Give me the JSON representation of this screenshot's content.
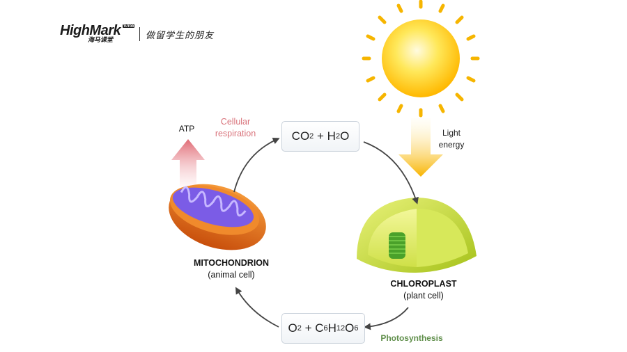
{
  "logo": {
    "brand_main": "HighMark",
    "brand_sub": "海马课堂",
    "brand_tag": "TUTOR",
    "slogan": "做留学生的朋友"
  },
  "labels": {
    "atp": "ATP",
    "cellular_respiration": [
      "Cellular",
      "respiration"
    ],
    "light_energy": [
      "Light",
      "energy"
    ],
    "mitochondrion": [
      "MITOCHONDRION",
      "(animal cell)"
    ],
    "chloroplast": [
      "CHLOROPLAST",
      "(plant cell)"
    ],
    "photosynthesis": "Photosynthesis"
  },
  "formulas": {
    "top": {
      "a": "CO",
      "a_sub": "2",
      "plus": " + ",
      "b": "H",
      "b_sub": "2",
      "b_tail": "O"
    },
    "bottom": {
      "a": "O",
      "a_sub": "2",
      "plus": " + ",
      "b": "C",
      "b_sub": "6",
      "c": "H",
      "c_sub": "12",
      "d": "O",
      "d_sub": "6"
    }
  },
  "colors": {
    "sun": "#ffd000",
    "sun_rays": "#f6b500",
    "light_arrow": "#f7b200",
    "atp_arrow": "#e2707a",
    "mito_outer": "#e36c1a",
    "mito_inner": "#7b5ce6",
    "chloroplast": "#c9df3a",
    "grana": "#56b82c",
    "respiration_text": "#d9737b",
    "photosynthesis_text": "#5f8e4a",
    "cycle_arrow": "#444444"
  }
}
